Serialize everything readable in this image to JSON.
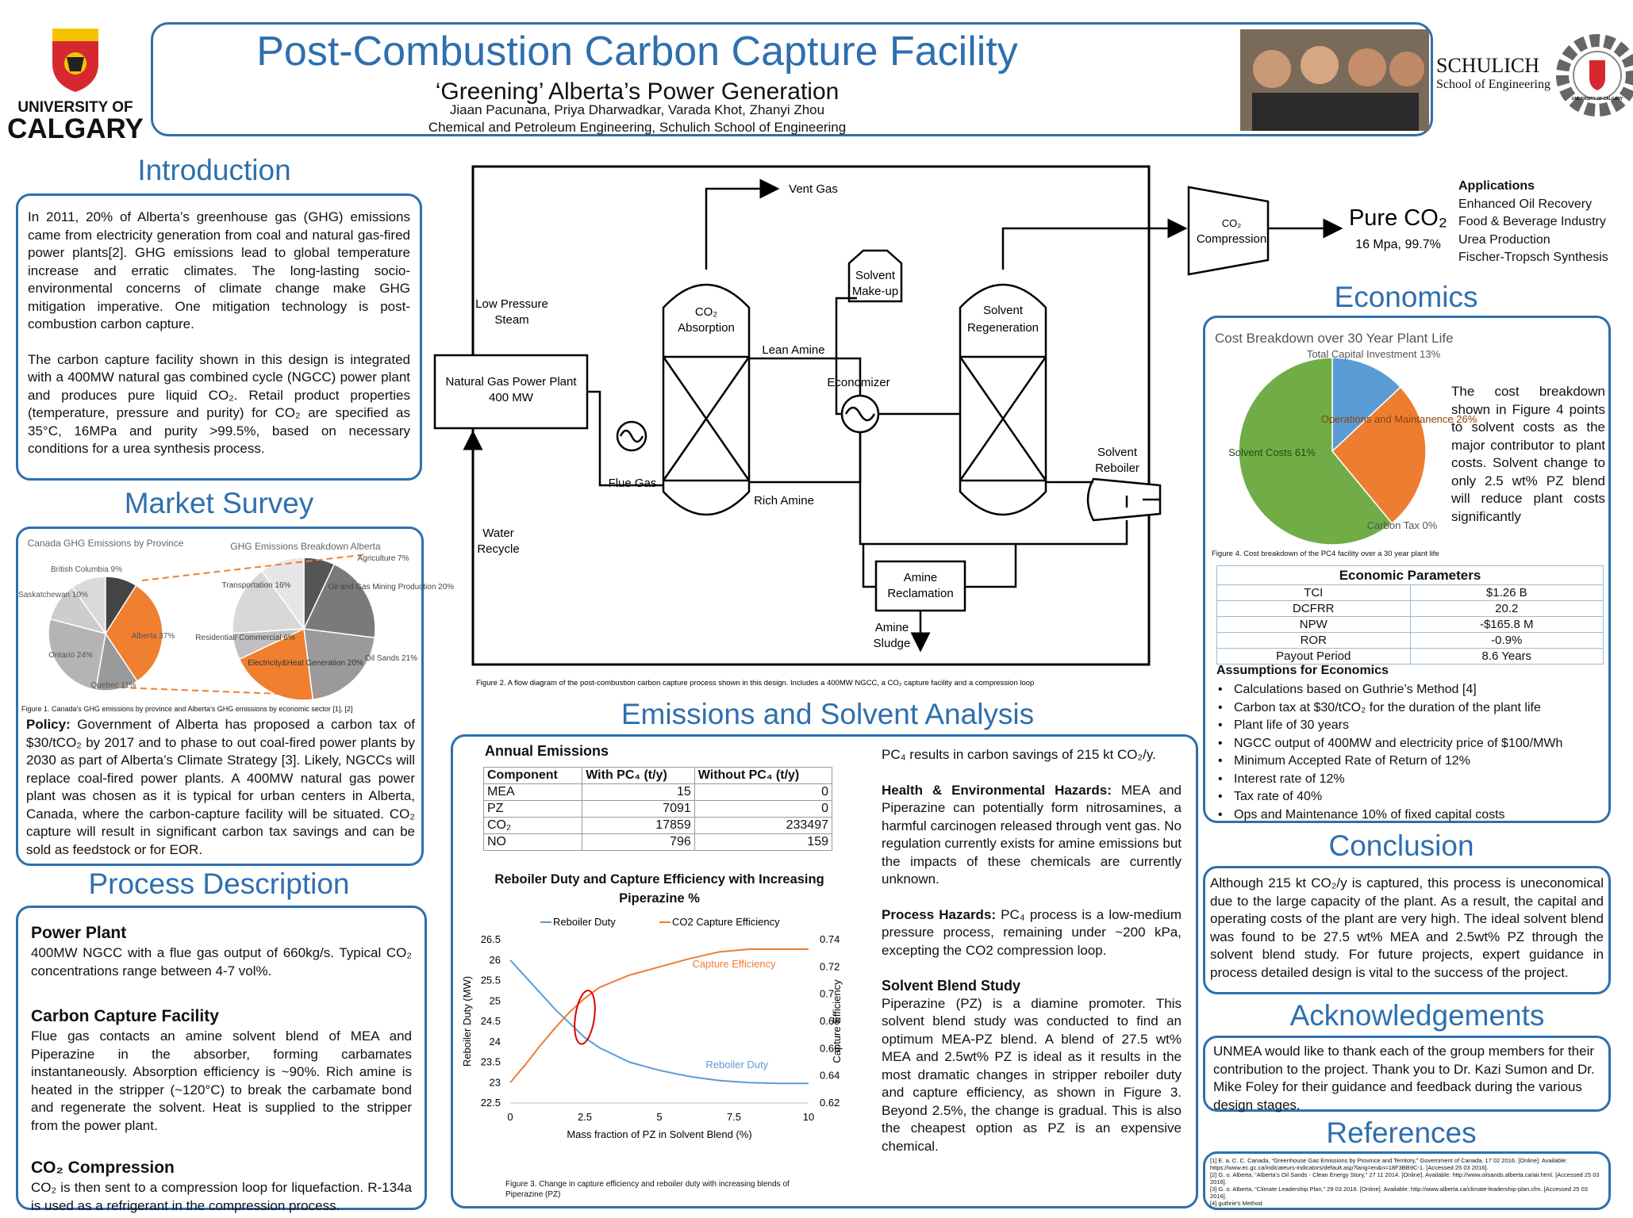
{
  "header": {
    "title": "Post-Combustion Carbon Capture Facility",
    "subtitle": "‘Greening’ Alberta’s Power Generation",
    "authors": "Jiaan Pacunana, Priya Dharwadkar, Varada Khot, Zhanyi Zhou",
    "affiliation": "Chemical and Petroleum Engineering, Schulich School of Engineering",
    "uc_line1": "UNIVERSITY OF",
    "uc_line2": "CALGARY",
    "schulich_line1": "SCHULICH",
    "schulich_line2": "School of Engineering",
    "seal_text": "UNIVERSITY OF CALGARY"
  },
  "intro": {
    "heading": "Introduction",
    "p1": "In 2011, 20% of Alberta’s greenhouse gas (GHG) emissions came from electricity generation from coal and natural gas-fired power plants[2]. GHG emissions lead to global temperature increase and erratic climates. The long-lasting socio-environmental concerns of climate change make GHG mitigation imperative. One mitigation technology is post-combustion carbon capture.",
    "p2": "The carbon capture facility shown in this design is integrated with a 400MW natural gas combined cycle (NGCC) power plant and produces pure liquid CO₂. Retail product properties (temperature, pressure and purity) for CO₂ are specified as 35°C, 16MPa and purity >99.5%, based on necessary conditions for a urea synthesis process."
  },
  "market": {
    "heading": "Market Survey",
    "pie1_title": "Canada GHG Emissions by Province",
    "pie1_labels": [
      "British Columbia 9%",
      "Saskatchewan 10%",
      "Alberta 37%",
      "Ontario 24%",
      "Quebec 11%"
    ],
    "pie2_title": "GHG Emissions Breakdown Alberta",
    "pie2_labels": [
      "Agriculture 7%",
      "Oil and Gas Mining Production 20%",
      "Transportation 16%",
      "Residential/ Commercial 6%",
      "Oil Sands 21%",
      "Electricity&Heat Generation 20%"
    ],
    "fig1": "Figure 1. Canada’s GHG emissions by province and Alberta’s GHG emissions by economic sector [1], [2]",
    "policy_label": "Policy:",
    "policy": " Government of Alberta has proposed a carbon tax of $30/tCO₂ by 2017 and to phase to out coal-fired power plants by 2030 as part of Alberta’s Climate Strategy [3]. Likely, NGCCs will replace coal-fired power plants. A 400MW natural gas power plant was chosen as it is typical for urban centers in Alberta, Canada, where the carbon-capture facility will be situated. CO₂ capture will result in significant carbon tax savings and can be sold as feedstock or for EOR."
  },
  "process": {
    "heading": "Process Description",
    "s1": "Power Plant",
    "t1": "400MW NGCC with a flue gas output of 660kg/s. Typical CO₂ concentrations range between 4-7 vol%.",
    "s2": "Carbon Capture Facility",
    "t2": "Flue gas contacts an amine solvent blend of MEA and Piperazine in the absorber, forming carbamates instantaneously. Absorption efficiency is ~90%. Rich amine is heated in the stripper (~120°C) to break the carbamate bond and regenerate the solvent. Heat is supplied to the stripper from the power plant.",
    "s3": "CO₂ Compression",
    "t3": "CO₂ is then sent to a compression loop for liquefaction. R-134a is used as a refrigerant in the compression process."
  },
  "flow": {
    "vent": "Vent Gas",
    "lps1": "Low Pressure",
    "lps2": "Steam",
    "absorb1": "CO₂",
    "absorb2": "Absorption",
    "makeup1": "Solvent",
    "makeup2": "Make-up",
    "regen1": "Solvent",
    "regen2": "Regeneration",
    "lean": "Lean Amine",
    "econ": "Economizer",
    "ngpp1": "Natural Gas Power Plant",
    "ngpp2": "400 MW",
    "flue": "Flue Gas",
    "rich": "Rich Amine",
    "reb1": "Solvent",
    "reb2": "Reboiler",
    "water1": "Water",
    "water2": "Recycle",
    "recl1": "Amine",
    "recl2": "Reclamation",
    "sludge1": "Amine",
    "sludge2": "Sludge",
    "comp1": "CO₂",
    "comp2": "Compression",
    "pure": "Pure CO₂",
    "pure_spec": "16 Mpa, 99.7%",
    "fig2": "Figure 2. A flow diagram of the post-combustion carbon capture process shown in this design. Includes a 400MW NGCC, a CO₂ capture facility and a compression loop"
  },
  "applications": {
    "title": "Applications",
    "items": [
      "Enhanced Oil Recovery",
      "Food & Beverage Industry",
      "Urea Production",
      "Fischer-Tropsch Synthesis"
    ]
  },
  "emissions": {
    "heading": "Emissions and Solvent Analysis",
    "table_title": "Annual Emissions",
    "headers": [
      "Component",
      "With PC₄ (t/y)",
      "Without PC₄ (t/y)"
    ],
    "rows": [
      [
        "MEA",
        "15",
        "0"
      ],
      [
        "PZ",
        "7091",
        "0"
      ],
      [
        "CO₂",
        "17859",
        "233497"
      ],
      [
        "NO",
        "796",
        "159"
      ]
    ],
    "chart_title": "Reboiler Duty and Capture Efficiency with Increasing Piperazine %",
    "fig3": "Figure 3. Change in capture efficiency and reboiler duty with increasing blends of Piperazine (PZ)",
    "pc4": "PC₄ results in carbon savings of 215 kt CO₂/y.",
    "health_label": "Health & Environmental Hazards:",
    "health": " MEA and Piperazine can potentially form nitrosamines, a harmful carcinogen released through vent gas. No regulation currently exists for amine emissions but the impacts of these chemicals are currently unknown.",
    "proc_label": "Process Hazards:",
    "proc": " PC₄ process is a low-medium pressure process, remaining under ~200 kPa, excepting the CO2 compression loop.",
    "blend_title": "Solvent Blend Study",
    "blend": "Piperazine (PZ) is a diamine promoter. This solvent blend study was conducted to find an optimum MEA-PZ blend. A blend of 27.5 wt% MEA and 2.5wt% PZ is ideal as it results in the most dramatic changes in stripper reboiler duty and capture efficiency, as shown in Figure 3. Beyond 2.5%, the change is gradual. This is also the cheapest option as PZ is an expensive chemical."
  },
  "economics": {
    "heading": "Economics",
    "chart_title": "Cost Breakdown over 30 Year Plant Life",
    "labels": [
      "Total Capital Investment 13%",
      "Operations and Maintanence 26%",
      "Solvent Costs 61%",
      "Carbon Tax 0%"
    ],
    "side_text": "The cost breakdown shown in Figure 4 points to solvent costs as the major contributor to plant costs. Solvent change to only 2.5 wt% PZ blend will reduce plant costs significantly",
    "fig4": "Figure 4. Cost breakdown of the PC4 facility over a 30 year plant life",
    "param_title": "Economic Parameters",
    "params": [
      [
        "TCI",
        "$1.26 B"
      ],
      [
        "DCFRR",
        "20.2"
      ],
      [
        "NPW",
        "-$165.8 M"
      ],
      [
        "ROR",
        "-0.9%"
      ],
      [
        "Payout Period",
        "8.6 Years"
      ]
    ],
    "assump_title": "Assumptions for Economics",
    "assumptions": [
      "Calculations based on Guthrie’s Method [4]",
      "Carbon tax at $30/tCO₂ for the duration of the plant life",
      "Plant life of 30 years",
      "NGCC output of 400MW and electricity price of $100/MWh",
      "Minimum Accepted Rate of Return of 12%",
      "Interest rate of 12%",
      "Tax rate of 40%",
      "Ops and Maintenance 10% of fixed capital costs"
    ]
  },
  "conclusion": {
    "heading": "Conclusion",
    "text": "Although 215 kt CO₂/y is captured, this process is uneconomical due to the large capacity of the plant. As a result, the capital and operating costs of the plant are very high. The ideal solvent blend was found to be 27.5 wt% MEA and 2.5wt% PZ through the solvent blend study. For future projects, expert guidance in process detailed design is vital to the success of the project."
  },
  "ack": {
    "heading": "Acknowledgements",
    "text": "UNMEA would like to thank each of the group members for their contribution to the project. Thank you to Dr. Kazi Sumon and Dr. Mike Foley for their guidance and feedback during the various design stages."
  },
  "refs": {
    "heading": "References",
    "items": [
      "[1] E. a. C. C. Canada, “Greenhouse Gas Emissions by Province and Territory,” Government of Canada, 17 02 2016. [Online]. Available: https://www.ec.gc.ca/indicateurs-indicators/default.asp?lang=en&n=18F3BB9C-1. [Accessed 25 03 2016].",
      "[2] G. o. Alberta, “Alberta’s Oil Sands - Clean Energy Story,” 27 11 2014. [Online]. Available: http://www.oilsands.alberta.ca/air.html. [Accessed 25 03 2016].",
      "[3] G. o. Alberta, “Climate Leadership Plan,” 29 03 2016. [Online]. Available: http://www.alberta.ca/climate-leadership-plan.cfm. [Accessed 25 03 2016].",
      "[4] guthrie's Method"
    ]
  },
  "chart_data": [
    {
      "type": "pie",
      "title": "Canada GHG Emissions by Province",
      "categories": [
        "Alberta",
        "Quebec",
        "Ontario",
        "Saskatchewan",
        "British Columbia"
      ],
      "values": [
        37,
        11,
        24,
        10,
        9
      ],
      "colors": [
        "#f07f2f",
        "#9a9a9a",
        "#b4b4b4",
        "#cdcdcd",
        "#dadada"
      ]
    },
    {
      "type": "pie",
      "title": "GHG Emissions Breakdown Alberta",
      "categories": [
        "Agriculture",
        "Oil and Gas Mining Production",
        "Oil Sands",
        "Electricity&Heat Generation",
        "Residential/ Commercial",
        "Transportation"
      ],
      "values": [
        7,
        20,
        21,
        20,
        6,
        16
      ],
      "colors": [
        "#555555",
        "#7a7a7a",
        "#9a9a9a",
        "#f07f2f",
        "#c0c0c0",
        "#d8d8d8"
      ]
    },
    {
      "type": "line",
      "title": "Reboiler Duty and Capture Efficiency with Increasing Piperazine %",
      "xlabel": "Mass fraction of PZ in Solvent Blend (%)",
      "ylabel": "Reboiler Duty (MW)",
      "y2label": "Capture Efficiency",
      "xlim": [
        0,
        10
      ],
      "ylim": [
        22.5,
        26.5
      ],
      "y2lim": [
        0.62,
        0.74
      ],
      "xticks": [
        "0",
        "2.5",
        "5",
        "7.5",
        "10"
      ],
      "yticks": [
        "22.5",
        "23",
        "23.5",
        "24",
        "24.5",
        "25",
        "25.5",
        "26",
        "26.5"
      ],
      "y2ticks": [
        "0.62",
        "0.64",
        "0.66",
        "0.68",
        "0.7",
        "0.72",
        "0.74"
      ],
      "series": [
        {
          "name": "Reboiler Duty",
          "axis": "left",
          "color": "#5b9bd5",
          "x": [
            0,
            0.5,
            1,
            1.5,
            2,
            2.5,
            3,
            4,
            5,
            6,
            7,
            8,
            9,
            10
          ],
          "y": [
            26,
            25.6,
            25.2,
            24.8,
            24.45,
            24.1,
            23.85,
            23.5,
            23.3,
            23.15,
            23.05,
            23.0,
            22.98,
            22.98
          ]
        },
        {
          "name": "CO2 Capture Efficiency",
          "axis": "right",
          "color": "#ed7d31",
          "x": [
            0,
            0.5,
            1,
            1.5,
            2,
            2.5,
            3,
            4,
            5,
            6,
            7,
            8,
            9,
            10
          ],
          "y": [
            0.635,
            0.648,
            0.662,
            0.675,
            0.687,
            0.697,
            0.705,
            0.714,
            0.72,
            0.726,
            0.731,
            0.733,
            0.733,
            0.733
          ]
        }
      ],
      "annotations": [
        "Capture Efficiency",
        "Reboiler Duty"
      ]
    },
    {
      "type": "pie",
      "title": "Cost Breakdown over 30 Year Plant Life",
      "categories": [
        "Total Capital Investment",
        "Operations and Maintanence",
        "Carbon Tax",
        "Solvent Costs"
      ],
      "values": [
        13,
        26,
        0,
        61
      ],
      "colors": [
        "#5b9bd5",
        "#ed7d31",
        "#a5a5a5",
        "#70ad47"
      ]
    }
  ]
}
